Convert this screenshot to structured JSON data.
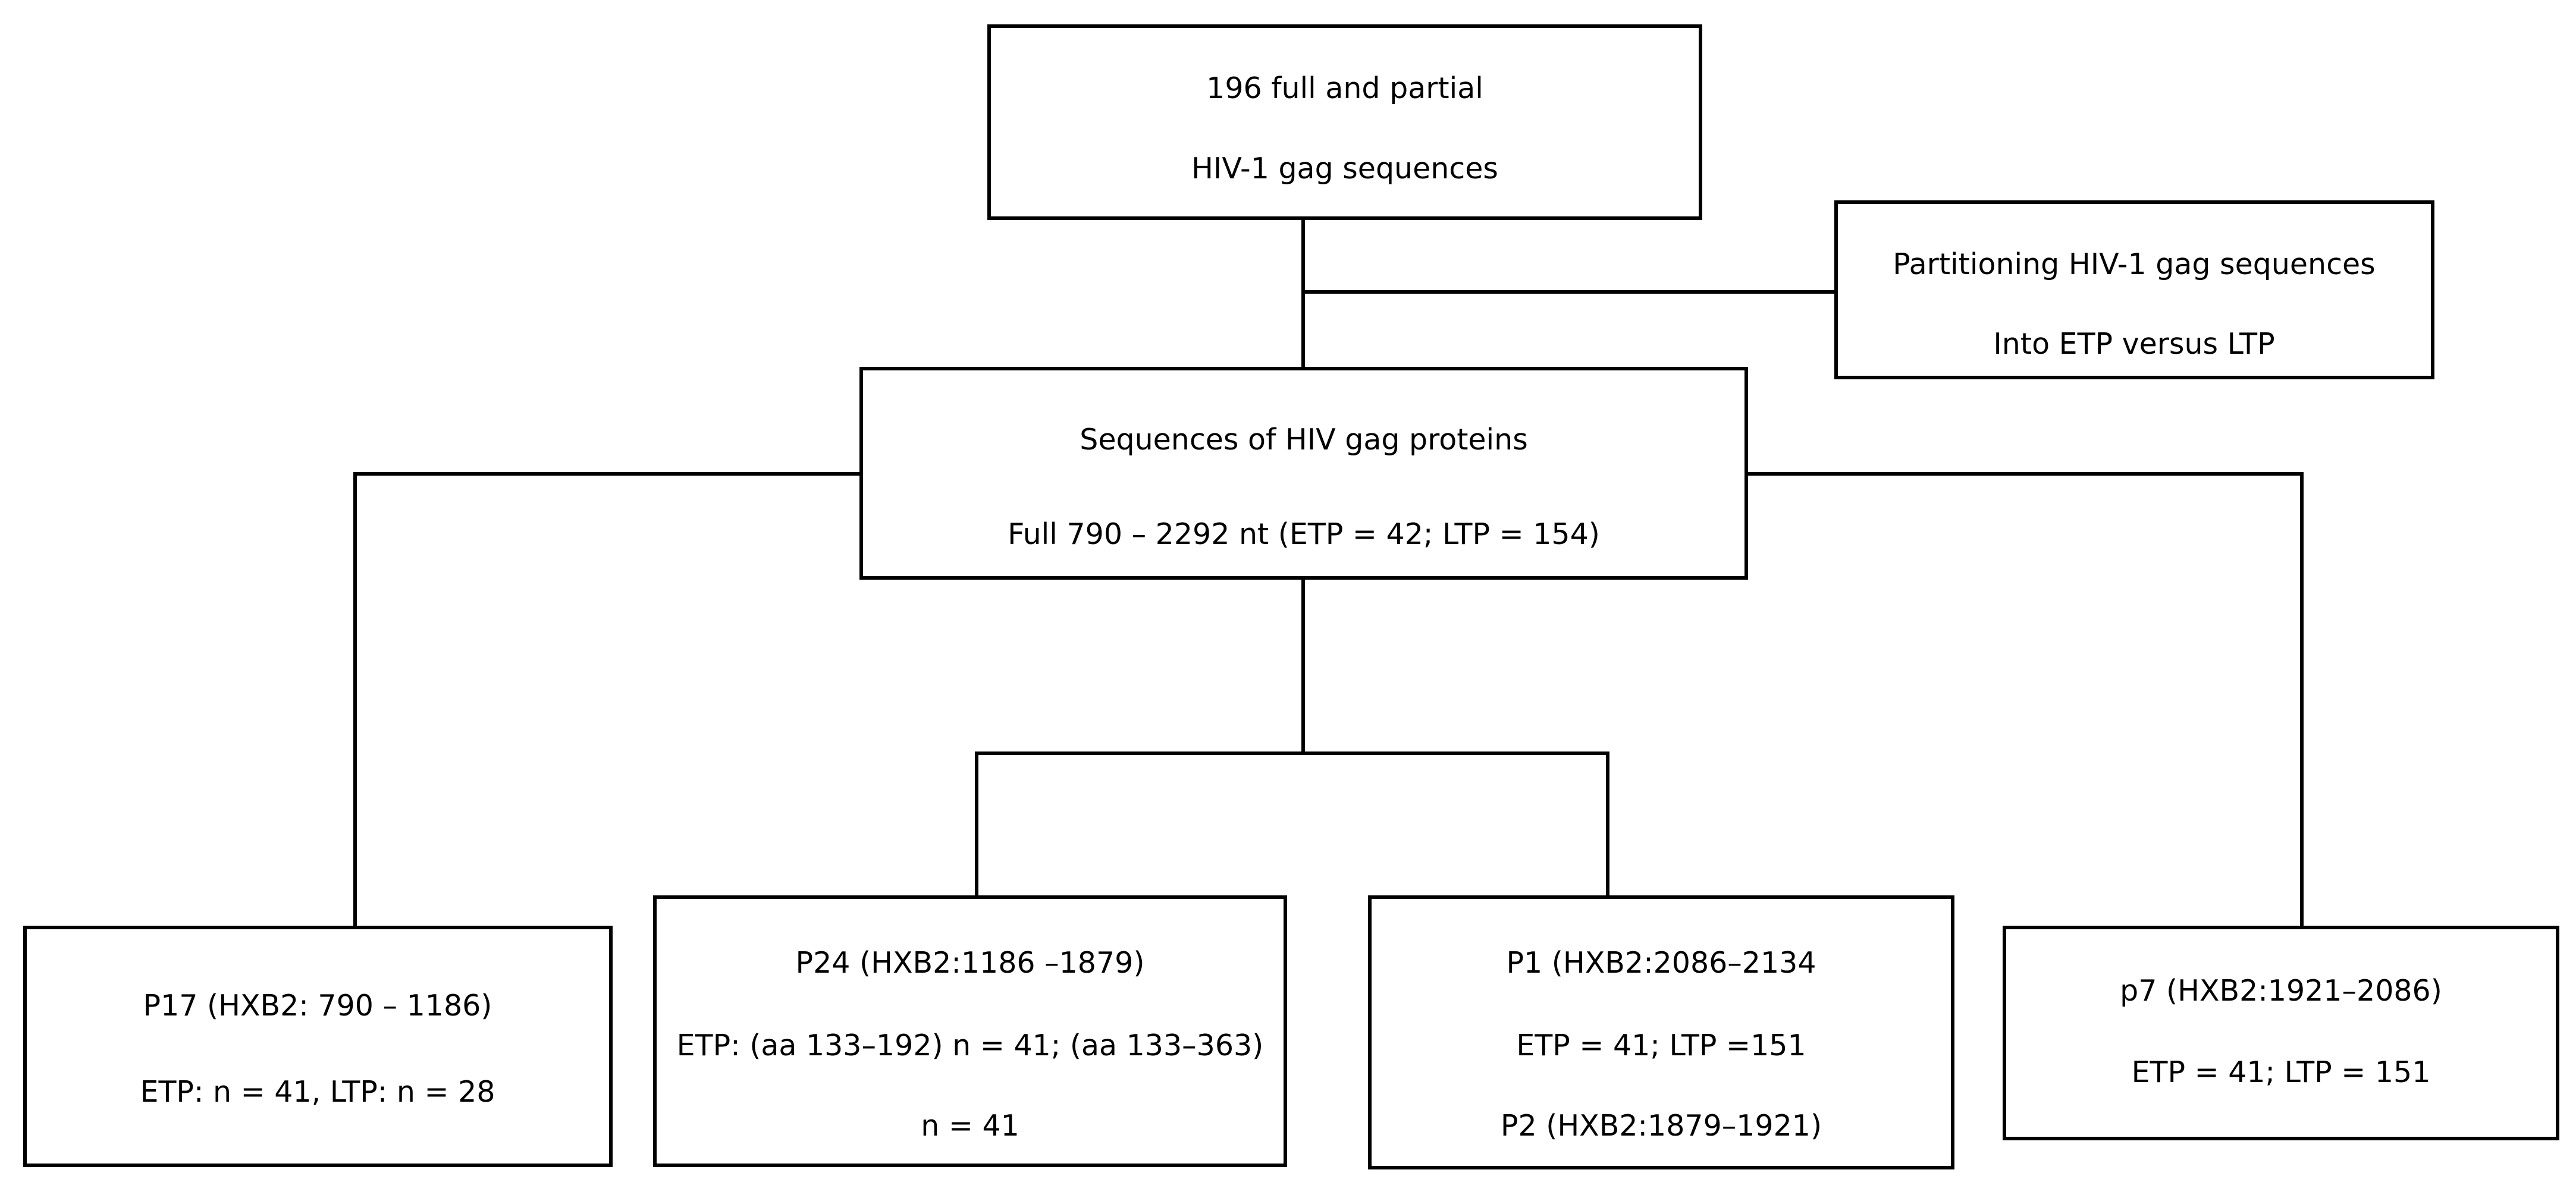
{
  "diagram": {
    "top_box": {
      "line1": "196 full and partial",
      "line2": "HIV-1 gag sequences"
    },
    "side_box": {
      "line1": "Partitioning HIV-1 gag sequences",
      "line2": "Into ETP versus LTP"
    },
    "middle_box": {
      "line1": "Sequences of HIV gag proteins",
      "line2": "Full 790 – 2292 nt (ETP = 42; LTP = 154)"
    },
    "p17_box": {
      "line1": "P17 (HXB2: 790 – 1186)",
      "line2": "ETP: n = 41, LTP: n = 28"
    },
    "p24_box": {
      "line1": "P24 (HXB2:1186 –1879)",
      "line2": "ETP: (aa 133–192) n = 41; (aa 133–363)",
      "line3": "n = 41"
    },
    "p1_box": {
      "line1": "P1 (HXB2:2086–2134",
      "line2": "ETP = 41; LTP =151",
      "line3": "P2 (HXB2:1879–1921)"
    },
    "p7_box": {
      "line1": "p7 (HXB2:1921–2086)",
      "line2": "ETP = 41; LTP = 151"
    }
  }
}
